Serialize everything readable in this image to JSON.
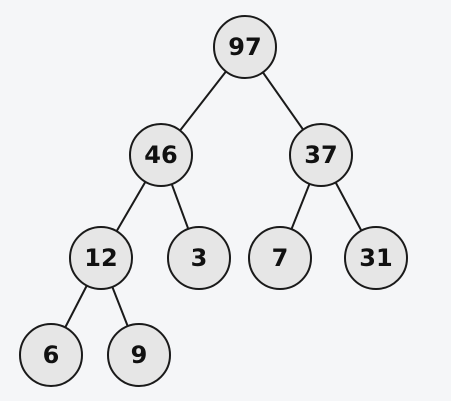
{
  "tree": {
    "nodes": [
      {
        "id": "n97",
        "label": "97"
      },
      {
        "id": "n46",
        "label": "46"
      },
      {
        "id": "n37",
        "label": "37"
      },
      {
        "id": "n12",
        "label": "12"
      },
      {
        "id": "n3",
        "label": "3"
      },
      {
        "id": "n7",
        "label": "7"
      },
      {
        "id": "n31",
        "label": "31"
      },
      {
        "id": "n6",
        "label": "6"
      },
      {
        "id": "n9",
        "label": "9"
      }
    ],
    "edges": [
      [
        "n97",
        "n46"
      ],
      [
        "n97",
        "n37"
      ],
      [
        "n46",
        "n12"
      ],
      [
        "n46",
        "n3"
      ],
      [
        "n37",
        "n7"
      ],
      [
        "n37",
        "n31"
      ],
      [
        "n12",
        "n6"
      ],
      [
        "n12",
        "n9"
      ]
    ],
    "colors": {
      "node_fill": "#e6e6e6",
      "stroke": "#1a1a1a",
      "text": "#111111",
      "background": "#f5f6f8"
    }
  }
}
